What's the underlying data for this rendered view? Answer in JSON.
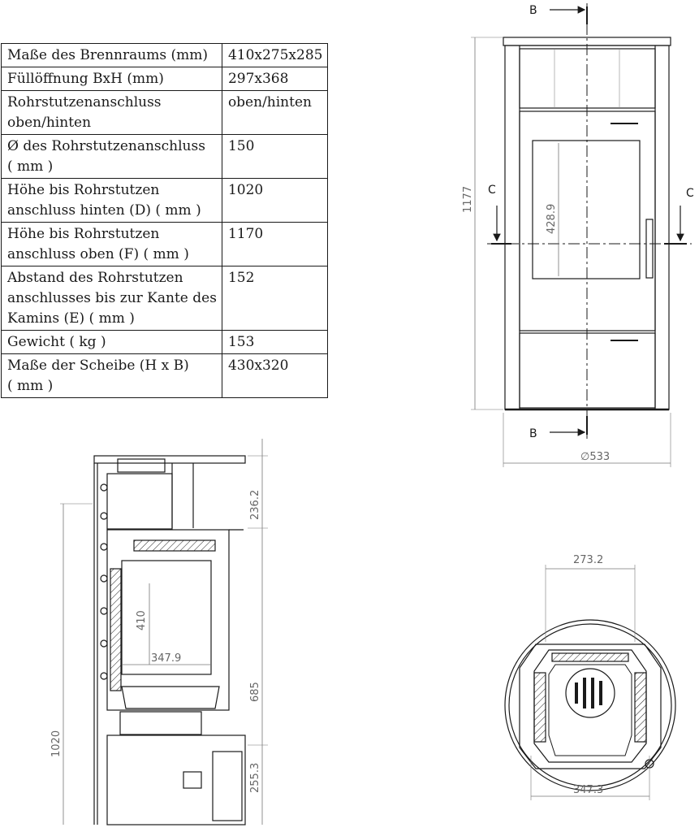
{
  "spec_table": {
    "rows": [
      {
        "label": [
          "Maße des Brennraums (mm)"
        ],
        "value": "410x275x285"
      },
      {
        "label": [
          "Füllöffnung BxH (mm)"
        ],
        "value": "297x368"
      },
      {
        "label": [
          "Rohrstutzenanschluss",
          "oben/hinten"
        ],
        "value": "oben/hinten"
      },
      {
        "label": [
          "Ø des  Rohrstutzenanschluss",
          " ( mm )"
        ],
        "value": "150"
      },
      {
        "label": [
          "Höhe bis  Rohrstutzen",
          "anschluss hinten (D) ( mm )"
        ],
        "value": "1020"
      },
      {
        "label": [
          "Höhe bis  Rohrstutzen",
          "anschluss oben  (F) ( mm )"
        ],
        "value": "1170"
      },
      {
        "label": [
          "Abstand des  Rohrstutzen",
          "anschlusses bis zur Kante des",
          "Kamins (E) ( mm )"
        ],
        "value": "152"
      },
      {
        "label": [
          "Gewicht  ( kg )"
        ],
        "value": "153"
      },
      {
        "label": [
          "Maße der Scheibe (H x B)",
          " ( mm )"
        ],
        "value": "430x320"
      }
    ]
  },
  "front_view": {
    "section_b_top": "B",
    "section_b_bottom": "B",
    "section_c_left": "C",
    "section_c_right": "C",
    "height": "1177",
    "glass_height": "428.9",
    "diameter": "∅533"
  },
  "section_view": {
    "top_height": "236.2",
    "chamber_height": "410",
    "chamber_depth": "347.9",
    "mid_height": "685",
    "total_height": "1020",
    "bottom_height": "255.3"
  },
  "top_view": {
    "top_width": "273.2",
    "bottom_width": "347.3"
  }
}
